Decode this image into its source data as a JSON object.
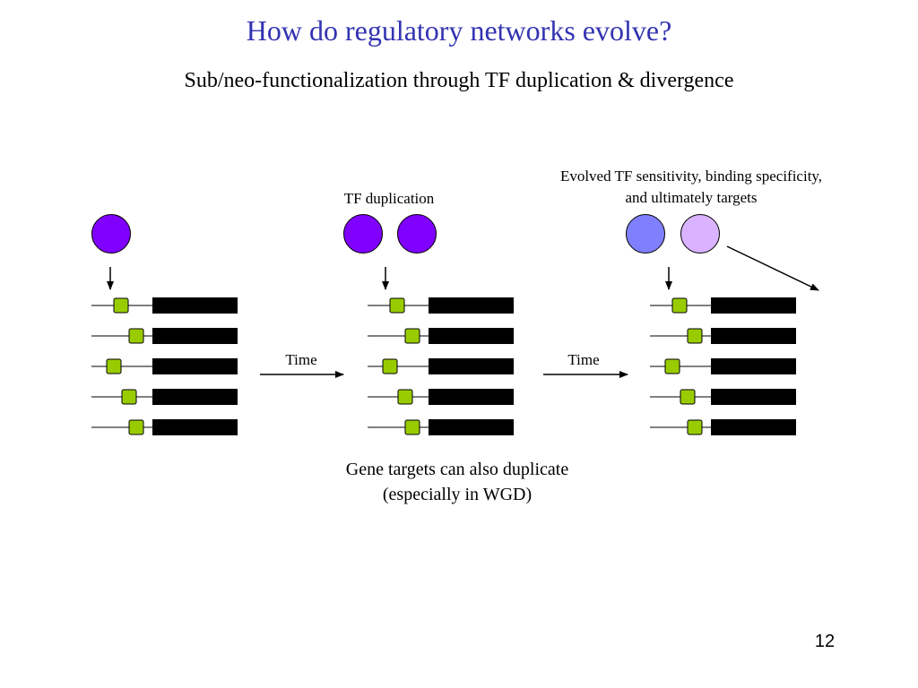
{
  "slide": {
    "title": "How do regulatory networks evolve?",
    "subtitle": "Sub/neo-functionalization through TF duplication & divergence",
    "page_number": "12"
  },
  "labels": {
    "tf_duplication": "TF duplication",
    "evolved_line1": "Evolved TF sensitivity, binding specificity,",
    "evolved_line2": "and ultimately targets",
    "time_1": "Time",
    "time_2": "Time",
    "gene_targets_line1": "Gene targets can also duplicate",
    "gene_targets_line2": "(especially in WGD)"
  },
  "colors": {
    "title": "#3333b2",
    "tf_original": "#7f00ff",
    "tf_diverged_blue": "#8080ff",
    "tf_diverged_lilac": "#d9b3ff",
    "binding_site": "#99cc00",
    "gene": "#000000"
  },
  "stages": [
    {
      "name": "ancestral",
      "tfs": [
        {
          "color": "tf_original"
        }
      ],
      "genes": 5
    },
    {
      "name": "tf-duplicated",
      "tfs": [
        {
          "color": "tf_original"
        },
        {
          "color": "tf_original"
        }
      ],
      "genes": 5
    },
    {
      "name": "tf-diverged",
      "tfs": [
        {
          "color": "tf_diverged_blue"
        },
        {
          "color": "tf_diverged_lilac"
        }
      ],
      "genes": 5
    }
  ]
}
